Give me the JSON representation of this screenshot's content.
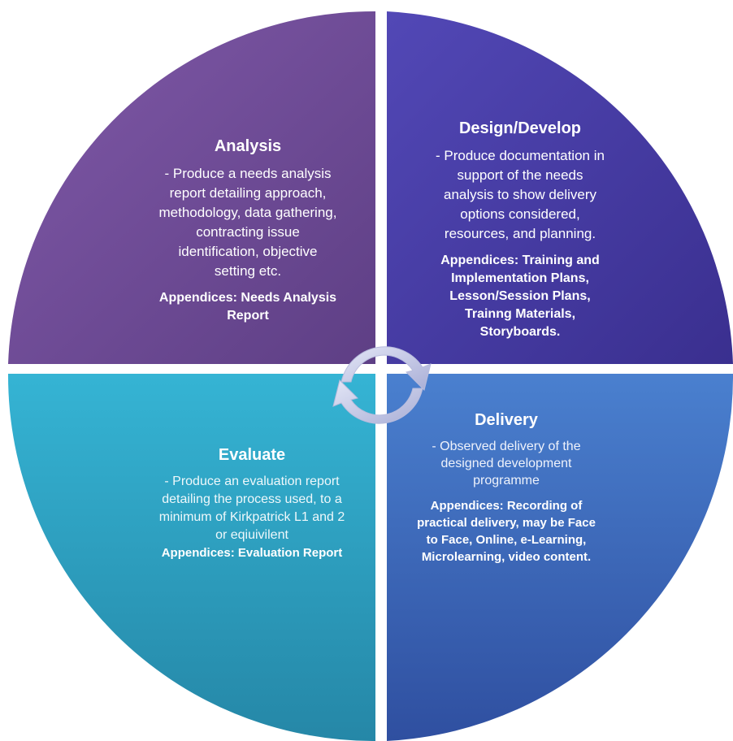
{
  "colors": {
    "analysis": "#6b4b94",
    "design": "#4a3ea8",
    "delivery": "#3c67b8",
    "evaluate": "#2fa9c7",
    "cycle_arrows": "#c9cdea"
  },
  "quadrants": {
    "analysis": {
      "title": "Analysis",
      "lines": [
        "- Produce a needs analysis",
        "report detailing approach,",
        "methodology, data gathering,",
        "contracting  issue",
        "identification, objective",
        "setting etc."
      ],
      "appendix_lines": [
        "Appendices: Needs Analysis",
        "Report"
      ]
    },
    "design": {
      "title": "Design/Develop",
      "lines": [
        "- Produce documentation in",
        "support of the needs",
        "analysis to show delivery",
        "options considered,",
        "resources, and planning."
      ],
      "appendix_lines": [
        "Appendices: Training and",
        "Implementation Plans,",
        "Lesson/Session Plans,",
        "Trainng Materials,",
        "Storyboards."
      ]
    },
    "evaluate": {
      "title": "Evaluate",
      "lines": [
        "- Produce an evaluation report",
        "detailing the process used, to a",
        "minimum of Kirkpatrick L1 and 2",
        "or eqiuivilent"
      ],
      "appendix_lines": [
        "Appendices: Evaluation Report"
      ]
    },
    "delivery": {
      "title": "Delivery",
      "lines": [
        "- Observed delivery of  the",
        "designed development",
        "programme"
      ],
      "appendix_lines": [
        "Appendices: Recording of",
        "practical delivery, may be Face",
        "to Face, Online, e-Learning,",
        "Microlearning, video content."
      ]
    }
  },
  "center_icon": "cycle-arrows-icon"
}
